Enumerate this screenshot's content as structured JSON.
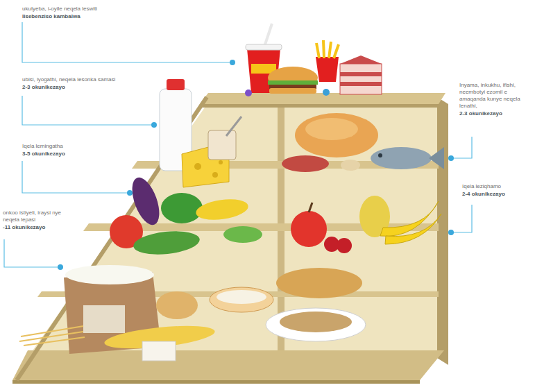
{
  "diagram": {
    "labels": [
      "ukutyeba, i-oyile neqela leswiti",
      "Iisebenziso kambalwa",
      "ubisi, iyogathi, neqela lesonka samasi",
      "2-3 okunikezayo",
      "Iqela lemingatha",
      "3-5 okunikezayo",
      "onkoo istiyeli, iraysi nye neqela lepasi",
      "-11 okunikezayo",
      "Inyama, inkukhu, ifishi, neembotyi ezomil e amaqanda kunye neqela lenathi,",
      "2-3 okunikezayo",
      "Iqela leziqhamo",
      "2-4 okunikezayo"
    ]
  }
}
